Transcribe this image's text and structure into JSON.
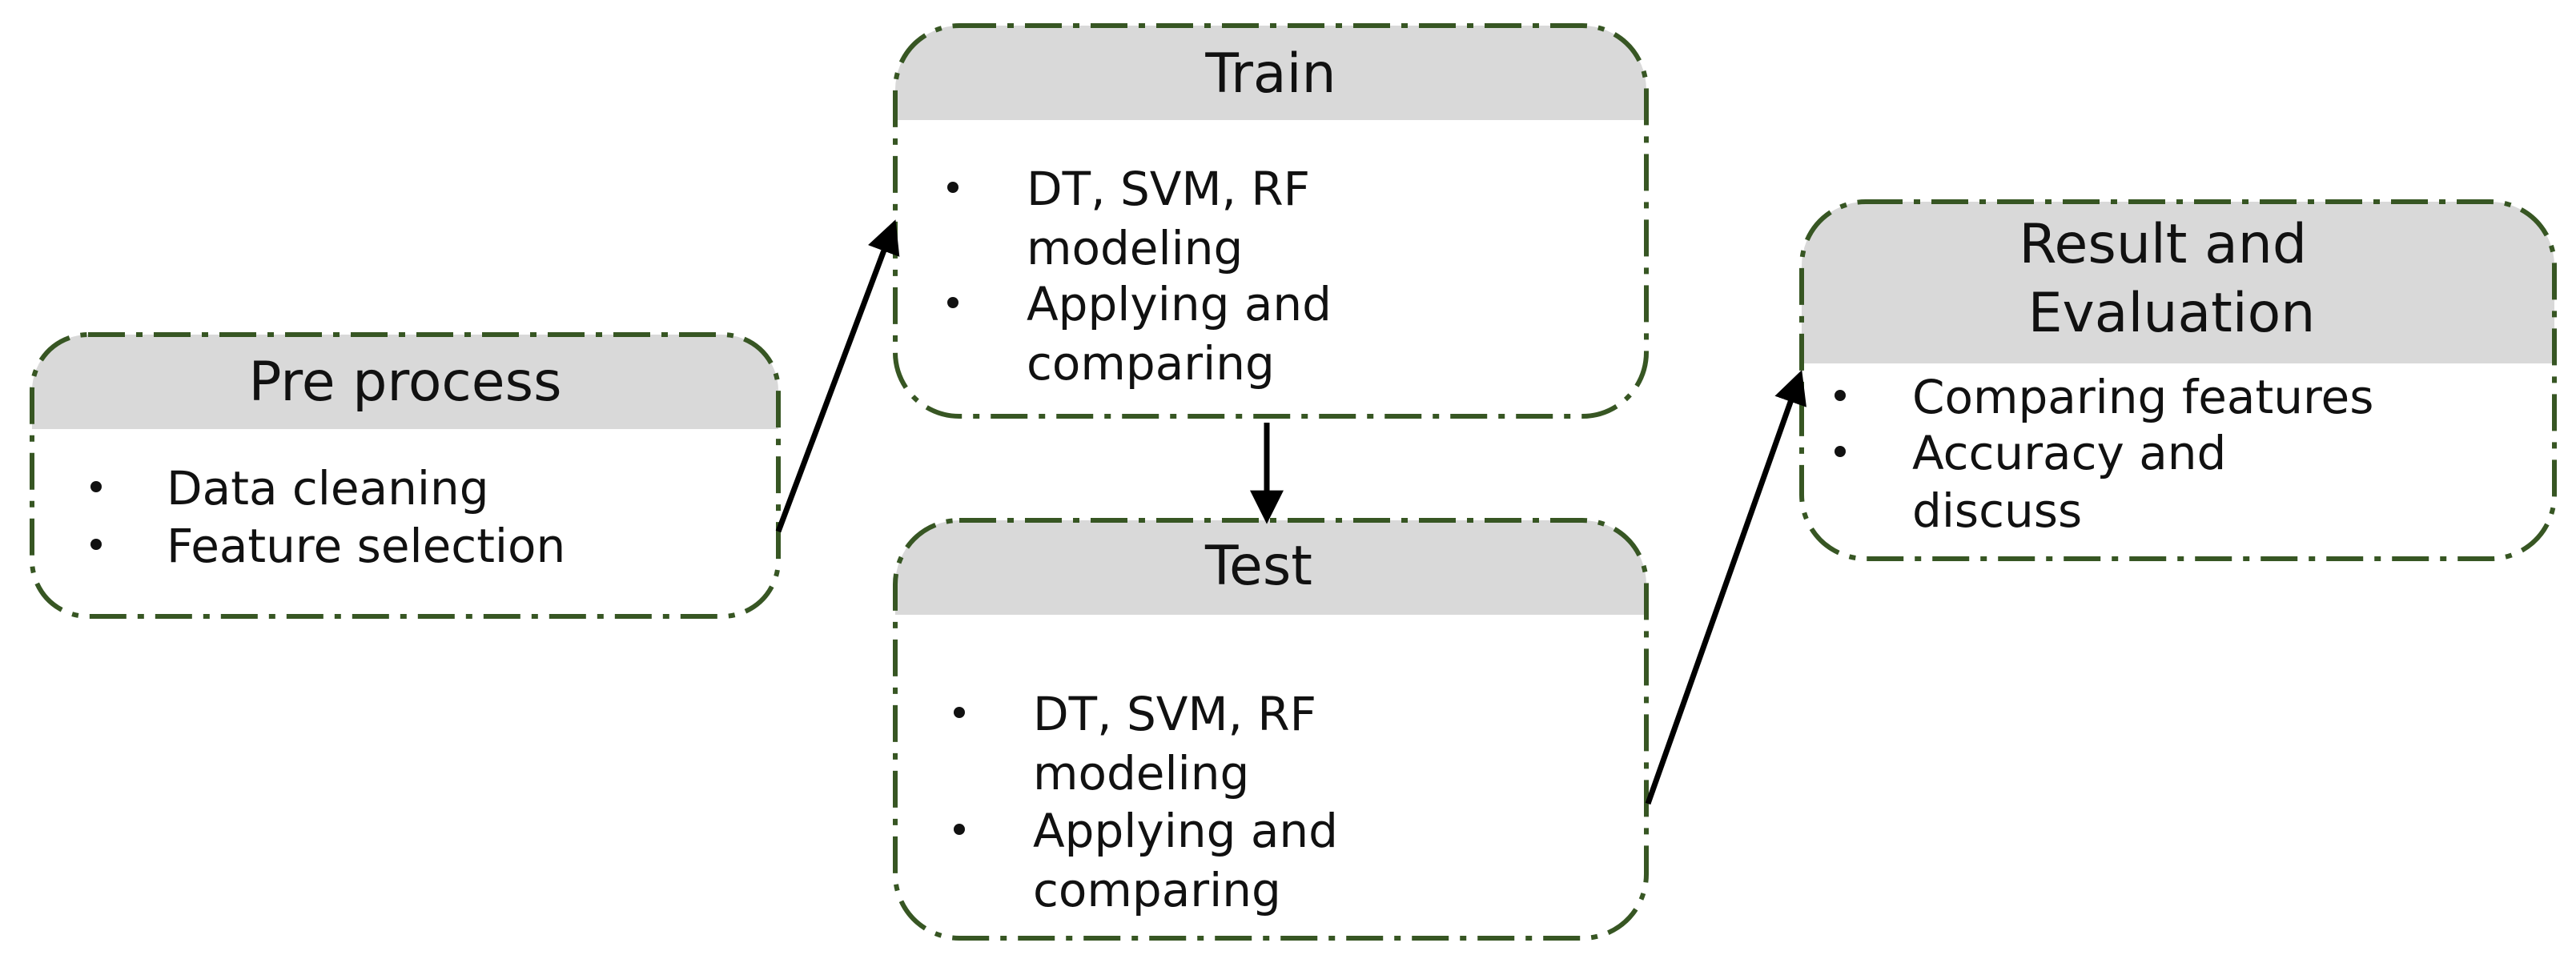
{
  "colors": {
    "header_fill": "#d9d9d9",
    "border": "#375623",
    "arrow": "#000000",
    "text": "#111111"
  },
  "boxes": {
    "preprocess": {
      "title": [
        "Pre process"
      ],
      "items": [
        [
          "Data cleaning"
        ],
        [
          "Feature selection"
        ]
      ]
    },
    "train": {
      "title": [
        "Train"
      ],
      "items": [
        [
          "DT, SVM, RF",
          "modeling"
        ],
        [
          "Applying and",
          "comparing"
        ]
      ]
    },
    "test": {
      "title": [
        "Test"
      ],
      "items": [
        [
          "DT, SVM, RF",
          "modeling"
        ],
        [
          "Applying and",
          "comparing"
        ]
      ]
    },
    "result": {
      "title": [
        "Result and",
        "Evaluation"
      ],
      "items": [
        [
          "Comparing features"
        ],
        [
          "Accuracy and",
          "discuss"
        ]
      ]
    }
  }
}
